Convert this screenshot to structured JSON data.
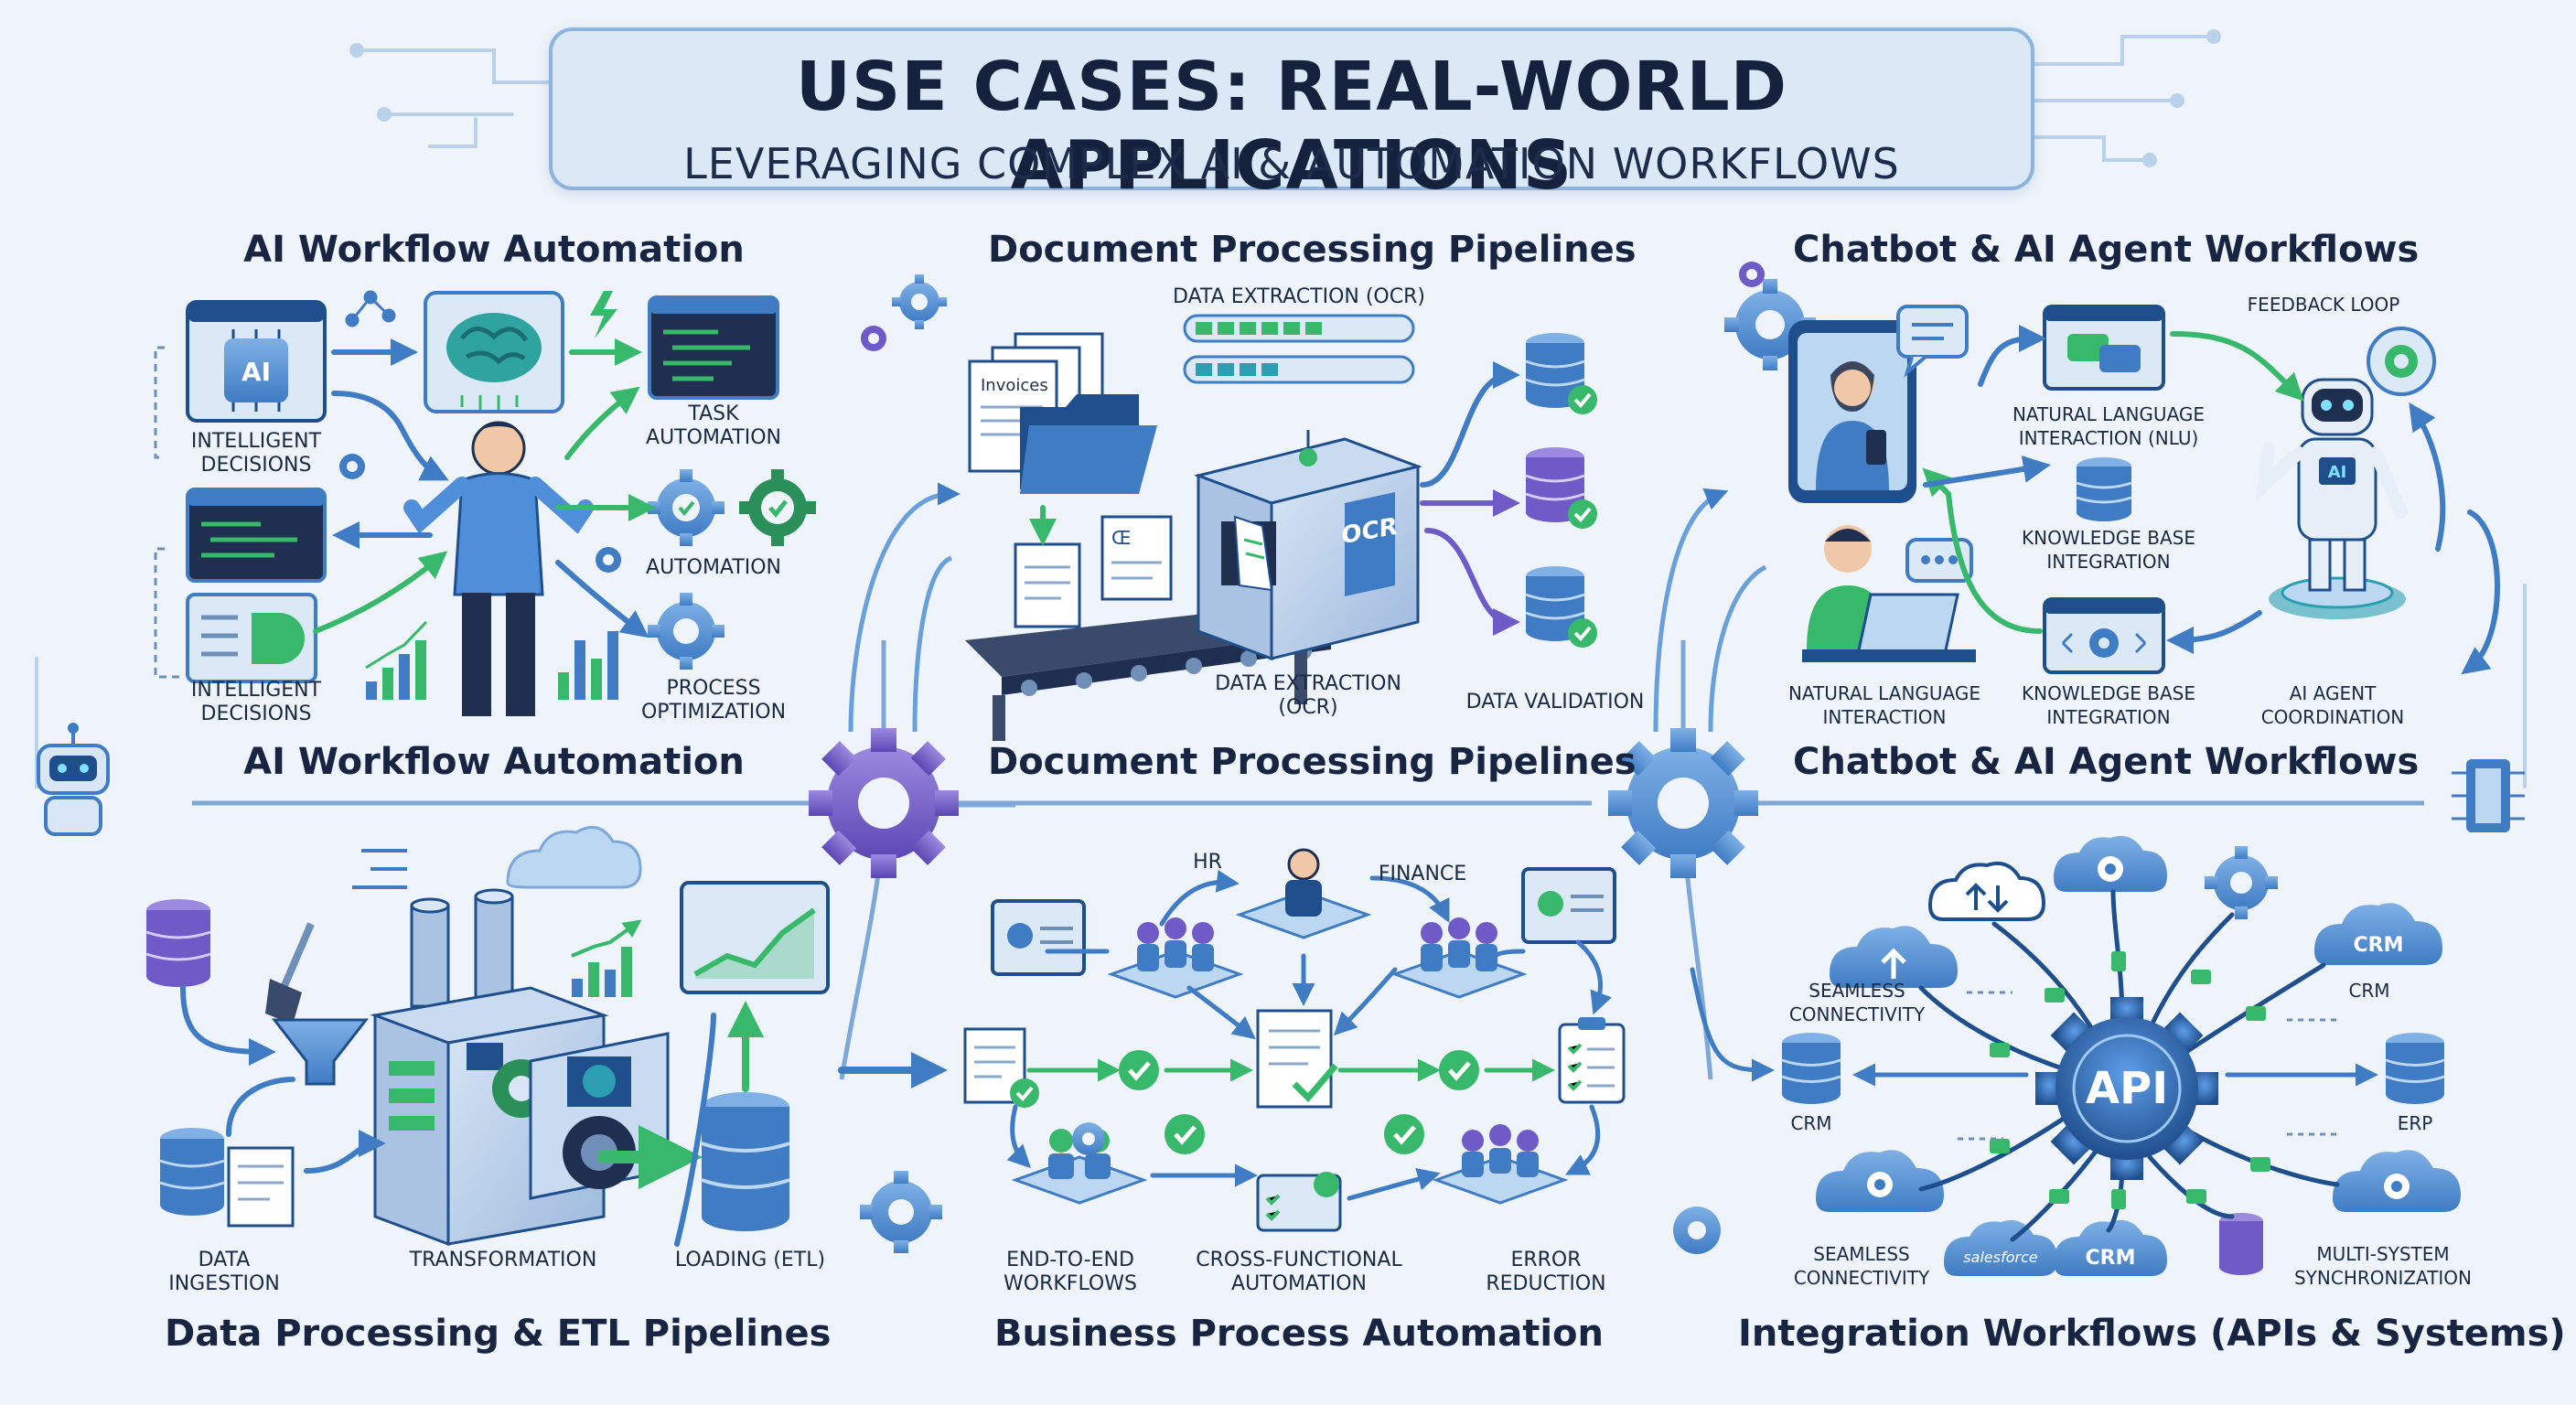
{
  "header": {
    "title": "USE CASES: REAL-WORLD APPLICATIONS",
    "subtitle": "LEVERAGING COMPLEX AI & AUTOMATION WORKFLOWS"
  },
  "sections": {
    "ai_workflow": {
      "heading_top": "AI Workflow Automation",
      "heading_bottom": "AI Workflow Automation",
      "labels": {
        "intelligent_decisions_1": "INTELLIGENT\nDECISIONS",
        "task_automation": "TASK\nAUTOMATION",
        "automation": "AUTOMATION",
        "intelligent_decisions_2": "INTELLIGENT\nDECISIONS",
        "process_optimization": "PROCESS\nOPTIMIZATION"
      },
      "badge": "AI"
    },
    "document": {
      "heading_top": "Document Processing Pipelines",
      "heading_bottom": "Document Processing Pipelines",
      "labels": {
        "data_extraction_top": "DATA EXTRACTION (OCR)",
        "data_extraction_bottom": "DATA EXTRACTION\n(OCR)",
        "data_validation": "DATA VALIDATION"
      },
      "invoice_text": "Invoices",
      "ocr_text": "OCR"
    },
    "chatbot": {
      "heading_top": "Chatbot & AI Agent Workflows",
      "heading_bottom": "Chatbot & AI Agent Workflows",
      "labels": {
        "feedback_loop": "FEEDBACK LOOP",
        "nlu": "NATURAL LANGUAGE\nINTERACTION (NLU)",
        "kb_integration_1": "KNOWLEDGE BASE\nINTEGRATION",
        "nl_interaction": "NATURAL LANGUAGE\nINTERACTION",
        "kb_integration_2": "KNOWLEDGE BASE\nINTEGRATION",
        "ai_agent_coordination": "AI AGENT\nCOORDINATION"
      },
      "robot_badge": "AI"
    },
    "etl": {
      "heading": "Data Processing & ETL Pipelines",
      "labels": {
        "data_ingestion": "DATA\nINGESTION",
        "transformation": "TRANSFORMATION",
        "loading": "LOADING (ETL)"
      }
    },
    "business": {
      "heading": "Business Process Automation",
      "labels": {
        "hr": "HR",
        "finance": "FINANCE",
        "end_to_end": "END-TO-END\nWORKFLOWS",
        "cross_functional": "CROSS-FUNCTIONAL\nAUTOMATION",
        "error_reduction": "ERROR\nREDUCTION"
      }
    },
    "integration": {
      "heading": "Integration Workflows (APIs & Systems)",
      "labels": {
        "seamless_1": "SEAMLESS\nCONNECTIVITY",
        "crm_top": "CRM",
        "crm_left": "CRM",
        "erp": "ERP",
        "seamless_2": "SEAMLESS\nCONNECTIVITY",
        "multi_system": "MULTI-SYSTEM\nSYNCHRONIZATION"
      },
      "api_text": "API",
      "crm_cloud_1": "CRM",
      "crm_cloud_2": "CRM",
      "salesforce_cloud": "salesforce"
    }
  },
  "colors": {
    "background": "#eef4fa",
    "dark_blue": "#1f4e8c",
    "mid_blue": "#3f7cc4",
    "light_blue": "#bcd7f2",
    "green": "#37b86a",
    "teal": "#2b9fb1",
    "purple": "#6f5bc7",
    "text": "#172542"
  },
  "icons": [
    "ai-chip-icon",
    "brain-icon",
    "code-window-icon",
    "gear-icon",
    "check-icon",
    "bar-chart-icon",
    "person-icon",
    "robot-icon",
    "database-icon",
    "cloud-icon",
    "document-icon",
    "folder-icon",
    "ocr-scanner-icon",
    "conveyor-icon",
    "chat-bubble-icon",
    "smartphone-icon",
    "laptop-icon",
    "factory-icon",
    "funnel-icon",
    "shovel-icon",
    "team-icon",
    "clipboard-icon",
    "api-gear-icon",
    "plug-icon",
    "circuit-icon"
  ]
}
